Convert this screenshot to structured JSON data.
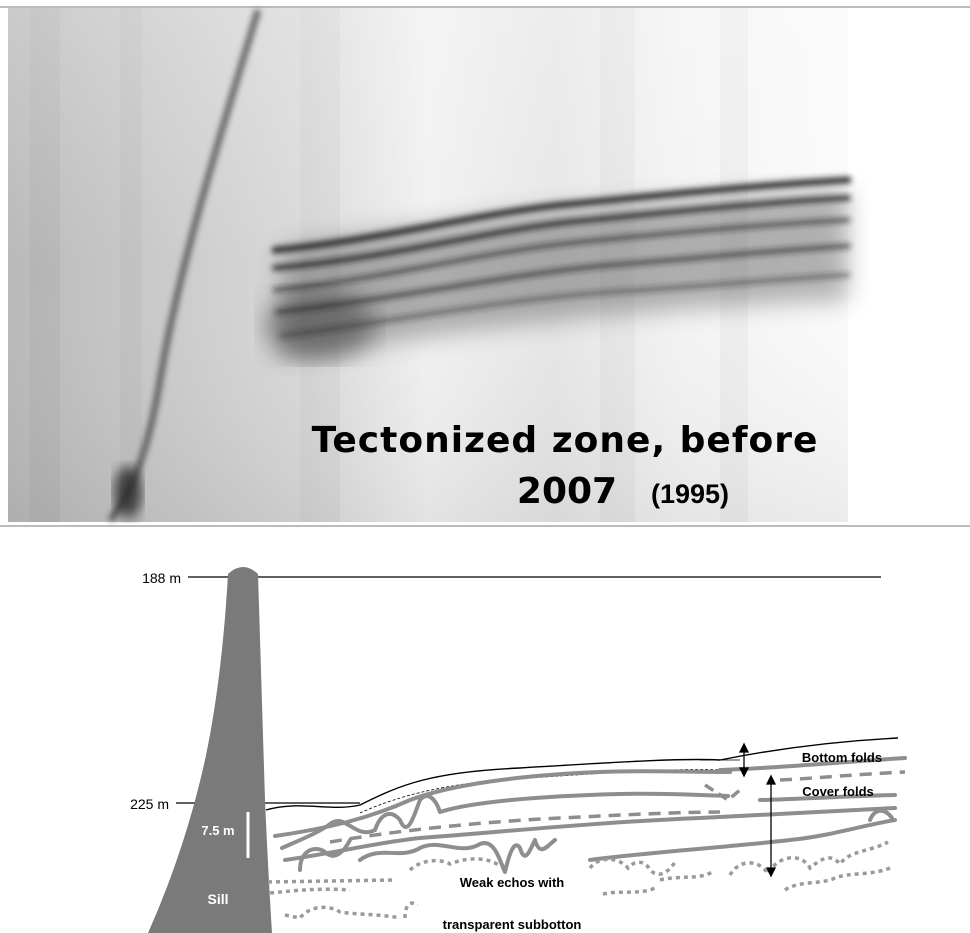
{
  "seismic": {
    "title_line1": "Tectonized zone, before",
    "title_line2": "2007",
    "year_note": "(1995)"
  },
  "diagram": {
    "depth_top": "188 m",
    "depth_mid": "225 m",
    "scale_bar": "7.5 m",
    "sill_label": "Sill",
    "bottom_folds": "Bottom folds",
    "cover_folds": "Cover folds",
    "weak_echos_line1": "Weak echos with",
    "weak_echos_line2": "transparent subbotton"
  },
  "colors": {
    "sill_fill": "#7a7a7a",
    "fold_stroke": "#8e8e8e",
    "reflector_dark": "#1e1e1e"
  }
}
